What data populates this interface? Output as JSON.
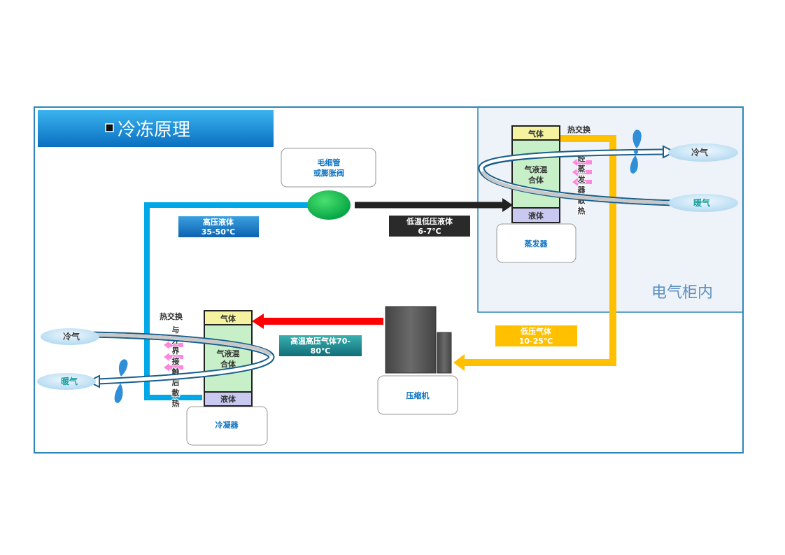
{
  "title": "冷冻原理",
  "cabinet_label": "电气柜内",
  "capillary": {
    "line1": "毛细管",
    "line2": "或膨胀阀"
  },
  "high_pressure_liquid": {
    "line1": "高压液体",
    "line2": "35-50℃"
  },
  "low_temp_liquid": {
    "line1": "低温低压液体",
    "line2": "6-7℃"
  },
  "low_pressure_gas": {
    "line1": "低压气体",
    "line2": "10-25℃"
  },
  "high_temp_gas": {
    "line1": "高温高压气体70-",
    "line2": "80℃"
  },
  "compressor": "压缩机",
  "evaporator": {
    "name": "蒸发器",
    "gas": "气体",
    "mix1": "气液混",
    "mix2": "合体",
    "liquid": "液体",
    "heat_exchange": "热交换",
    "vertical_text": [
      "经",
      "蒸",
      "发",
      "器",
      "散",
      "热"
    ],
    "cold_air": "冷气",
    "warm_air": "暖气"
  },
  "condenser": {
    "name": "冷凝器",
    "gas": "气体",
    "mix1": "气液混",
    "mix2": "合体",
    "liquid": "液体",
    "heat_exchange": "热交换",
    "vertical_text": [
      "与",
      "外",
      "界",
      "接",
      "触",
      "后",
      "散",
      "热"
    ],
    "cold_air": "冷气",
    "warm_air": "暖气"
  },
  "colors": {
    "high_pressure_pipe": "#00a8e8",
    "low_pressure_pipe": "#ffc000",
    "hot_gas_arrow": "#ff0000",
    "frame": "#2e86b8"
  }
}
